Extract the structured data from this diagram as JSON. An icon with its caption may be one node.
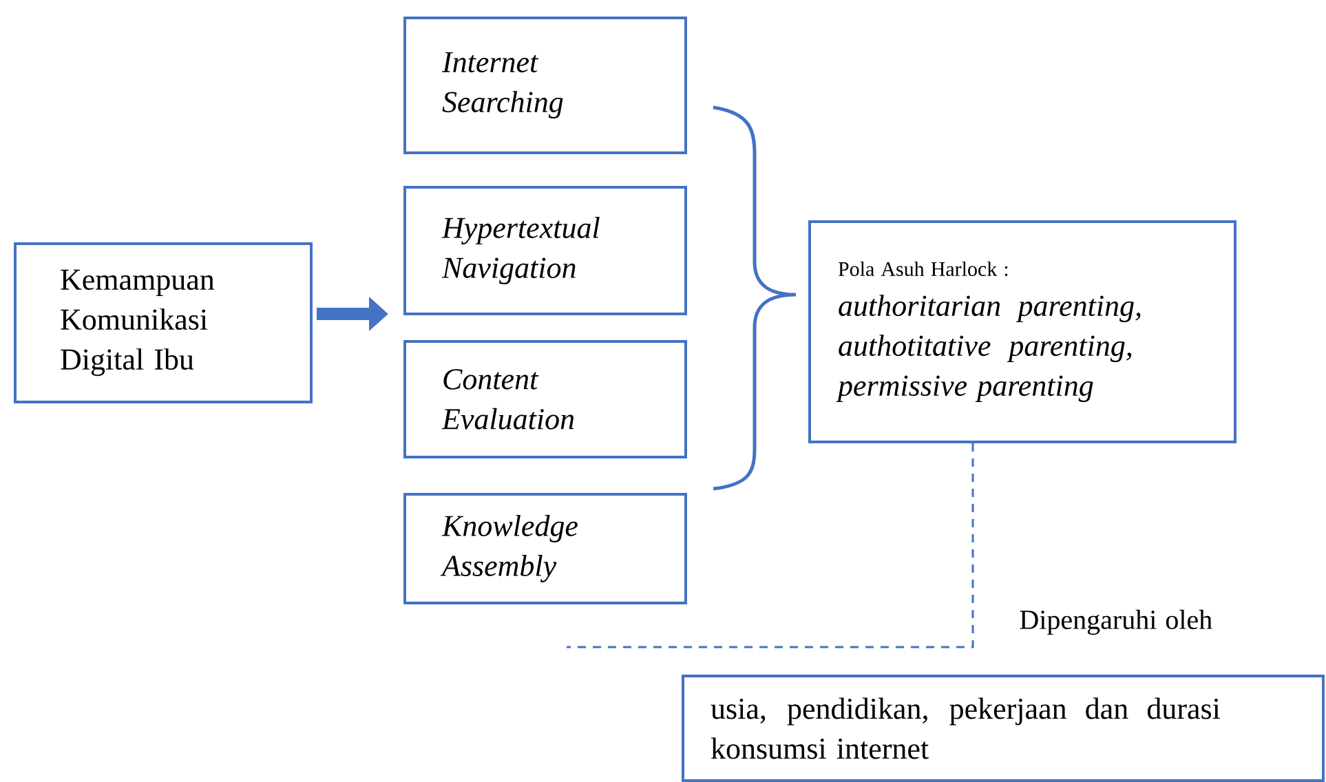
{
  "diagram": {
    "nodes": [
      {
        "text": [
          "Kemampuan Komunikasi Digital Ibu"
        ]
      },
      {
        "text": [
          "Internet Searching"
        ]
      },
      {
        "text": [
          "Hypertextual Navigation"
        ]
      },
      {
        "text": [
          "Content Evaluation"
        ]
      },
      {
        "text": [
          "Knowledge Assembly"
        ]
      },
      {
        "text": [
          "Pola Asuh Harlock :",
          "authoritarian parenting, authotitative parenting, permissive parenting"
        ]
      },
      {
        "text": [
          "usia, pendidikan, pekerjaan dan durasi konsumsi internet"
        ]
      }
    ],
    "edges": [
      {
        "from": 0,
        "to": 2,
        "arrow": "to",
        "style": "thick"
      },
      {
        "from": 5,
        "to": null,
        "arrow": "none",
        "style": "dashed",
        "label": "Dipengaruhi oleh"
      }
    ]
  }
}
